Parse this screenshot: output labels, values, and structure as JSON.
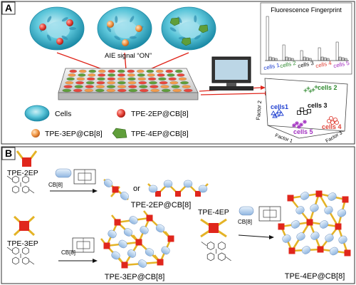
{
  "panel_a": {
    "letter": "A",
    "aie_signal": "AIE signal “ON”",
    "legend": {
      "cells": "Cells",
      "tpe2": "TPE-2EP@CB[8]",
      "tpe3": "TPE-3EP@CB[8]",
      "tpe4": "TPE-4EP@CB[8]"
    },
    "colors": {
      "cell_blue": "#4fc3d6",
      "well_red": "#e8463c",
      "well_orange": "#f29a4a",
      "well_green": "#5f9e3a"
    }
  },
  "fingerprint": {
    "title": "Fluorescence Fingerprint",
    "cells": [
      {
        "label": "cells 1",
        "color": "#1f3fd0"
      },
      {
        "label": "cells 2",
        "color": "#2f8a2f"
      },
      {
        "label": "cells 3",
        "color": "#111111"
      },
      {
        "label": "cells 4",
        "color": "#e0463c"
      },
      {
        "label": "cells 5",
        "color": "#a22fc0"
      }
    ]
  },
  "scatter": {
    "ylabel": "Factor 2",
    "xlabel": "Factor 1",
    "zlabel": "Factor 3",
    "clusters": [
      {
        "label": "cells1",
        "color": "#1f3fd0"
      },
      {
        "label": "cells 2",
        "color": "#2f8a2f"
      },
      {
        "label": "cells 3",
        "color": "#111111"
      },
      {
        "label": "cells 4",
        "color": "#e0463c"
      },
      {
        "label": "cells 5",
        "color": "#a22fc0"
      }
    ]
  },
  "panel_b": {
    "letter": "B",
    "tpe2_label": "TPE-2EP",
    "tpe3_label": "TPE-3EP",
    "tpe4_label": "TPE-4EP",
    "cb8": "CB[8]",
    "or": "or",
    "product2": "TPE-2EP@CB[8]",
    "product3": "TPE-3EP@CB[8]",
    "product4": "TPE-4EP@CB[8]",
    "colors": {
      "core_red": "#e0261c",
      "arm_yellow": "#e4b326",
      "cb_blue": "#a9c8ea"
    }
  }
}
